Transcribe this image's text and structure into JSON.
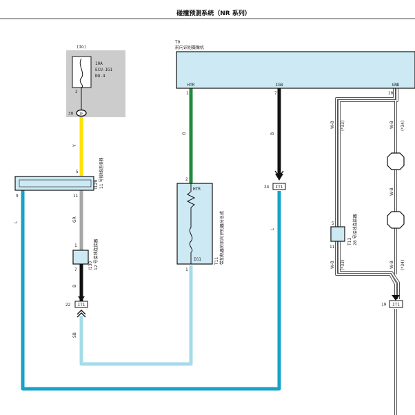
{
  "page": {
    "title": "碰撞预测系统（NR 系列）"
  },
  "fuse": {
    "group": "(IG)",
    "rating": "10A",
    "name": "ECU-IG1",
    "number": "NO.4",
    "pin": "2",
    "conn_pin": "30",
    "conn_id": "1F"
  },
  "camera": {
    "code": "T9",
    "name": "前向识别摄像机",
    "htr_label": "HTR",
    "igb_label": "IGB",
    "gnd_label": "GND",
    "htr_pin": "1",
    "igb_pin": "7",
    "gnd_pin": "10"
  },
  "i129": {
    "code": "I129",
    "name": "11 号接线连接器",
    "pin_in": "5",
    "pin_left": "9",
    "pin_out": "11"
  },
  "i130": {
    "code": "I130",
    "name": "12 号接线连接器",
    "pin_top": "1",
    "pin_bottom": "7"
  },
  "t11": {
    "code": "T11",
    "name": "带加热器的前向识别器分总成",
    "htr_label": "HTR",
    "ig1_label": "IG1",
    "pin_top": "2",
    "pin_bottom": "1"
  },
  "t13": {
    "code": "T13",
    "name": "28 号接线连接器",
    "pin_top": "5",
    "pin_bottom": "11"
  },
  "it1_left": {
    "pin": "22",
    "id": "IT1"
  },
  "it1_mid": {
    "pin": "24",
    "id": "IT1"
  },
  "it1_right": {
    "pin": "19",
    "id": "IT1"
  },
  "wires": {
    "y": "Y",
    "gr": "GR",
    "b_left": "B",
    "sb": "SB",
    "l_left": "L",
    "g": "G",
    "b_mid": "B",
    "l_mid": "L",
    "wb1": "W-B",
    "wb2": "W-B",
    "wb3": "W-B",
    "wb4": "W-B",
    "wb5": "W-B",
    "shield1": "(*33)",
    "shield2": "(*34)",
    "shield3": "(*33)",
    "shield4": "(*34)"
  },
  "colors": {
    "yellow": "#ffe200",
    "gray": "#a6a6a6",
    "black": "#111111",
    "green": "#1f8a3c",
    "blue": "#17a2c8",
    "sky": "#a4dce8",
    "box": "#cde9f3",
    "fuse_bg": "#cccccc"
  }
}
